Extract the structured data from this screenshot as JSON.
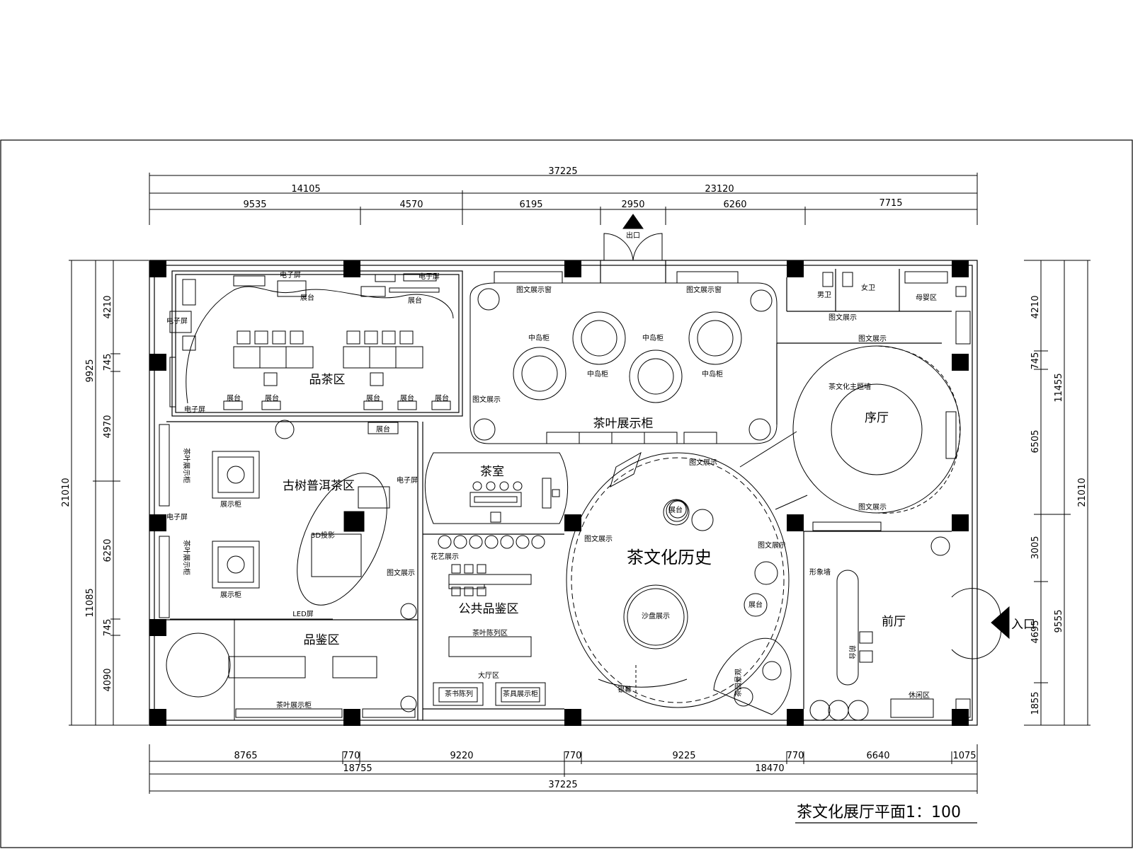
{
  "title": "茶文化展厅平面1：100",
  "dims": {
    "top_total": "37225",
    "top_l2": [
      "14105",
      "23120"
    ],
    "top_l3": [
      "9535",
      "4570",
      "6195",
      "2950",
      "6260",
      "7715"
    ],
    "bottom_l1": [
      "8765",
      "770",
      "9220",
      "770",
      "9225",
      "770",
      "6640",
      "1075"
    ],
    "bottom_l2": [
      "18755",
      "18470"
    ],
    "bottom_total": "37225",
    "left_outer": "21010",
    "left_mid": [
      "9925",
      "11085"
    ],
    "left_inner": [
      "4210",
      "745",
      "4970",
      "6250",
      "745",
      "4090"
    ],
    "right_inner": [
      "4210",
      "745",
      "6505",
      "3005",
      "4695",
      "1855"
    ],
    "right_mid": [
      "11455",
      "9555"
    ],
    "right_outer": "21010"
  },
  "rooms": {
    "tasting": "品茶区",
    "puer": "古树普洱茶区",
    "appraisal": "品鉴区",
    "tearoom": "茶室",
    "public": "公共品鉴区",
    "history": "茶文化历史",
    "prelude": "序厅",
    "front": "前厅",
    "tea_cabinet": "茶叶展示柜"
  },
  "small_labels": {
    "screen": "电子屏",
    "stand": "展台",
    "island": "中岛柜",
    "display": "展示柜",
    "culture_display": "图文展示",
    "culture_cabinet": "图文展示窗",
    "men": "男卫",
    "women": "女卫",
    "mother": "母婴区",
    "theme_wall": "茶文化主题墙",
    "exit": "出口",
    "entrance": "入口",
    "sand": "沙盘展示",
    "image_wall": "形象墙",
    "leisure": "休闲区",
    "led": "LED屏",
    "cabinet_small": "茶叶展示柜",
    "side_cabinet": "茶叶展示柜",
    "screen_curtain": "银幕",
    "tea_garden": "茶园景观",
    "front_desk": "前台",
    "public_area": "茶叶陈列区",
    "display_rack": "茶具展示柜",
    "flower_display": "花艺展示",
    "area": "大厅区",
    "book_rack": "茶书陈列",
    "three_d": "3D投影"
  }
}
